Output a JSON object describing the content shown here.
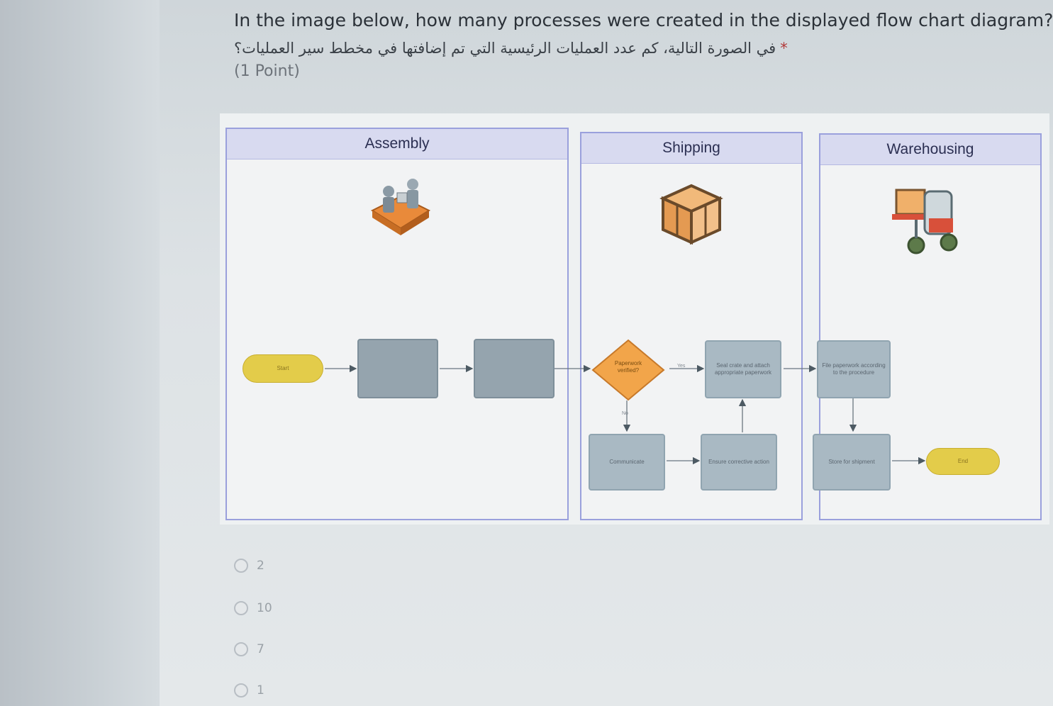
{
  "question": {
    "title": "In the image below, how many processes were created in the displayed flow chart diagram?",
    "arabic": "في الصورة التالية، كم عدد العمليات الرئيسية التي تم إضافتها في مخطط سير العمليات؟",
    "required_mark": "*",
    "points": "(1 Point)"
  },
  "diagram": {
    "lanes": [
      {
        "title": "Assembly",
        "icon": "assembly-worker-icon"
      },
      {
        "title": "Shipping",
        "icon": "shipping-crate-icon"
      },
      {
        "title": "Warehousing",
        "icon": "forklift-icon"
      }
    ],
    "nodes": {
      "start": "Start",
      "assembly_1": "",
      "assembly_2": "",
      "decision": "Paperwork verified?",
      "seal_crate": "Seal crate and attach appropriate paperwork",
      "communicate": "Communicate",
      "corrective": "Ensure corrective action",
      "file_paperwork": "File paperwork according to the procedure",
      "store": "Store for shipment",
      "end": "End"
    },
    "edge_labels": {
      "yes": "Yes",
      "no": "No"
    },
    "colors": {
      "lane_border": "#9aa0dc",
      "lane_header": "#d8daf0",
      "process": "#a9b9c3",
      "terminator": "#e3cc4a",
      "decision": "#f2a54a"
    }
  },
  "options": [
    {
      "label": "2"
    },
    {
      "label": "10"
    },
    {
      "label": "7"
    },
    {
      "label": "1"
    }
  ]
}
